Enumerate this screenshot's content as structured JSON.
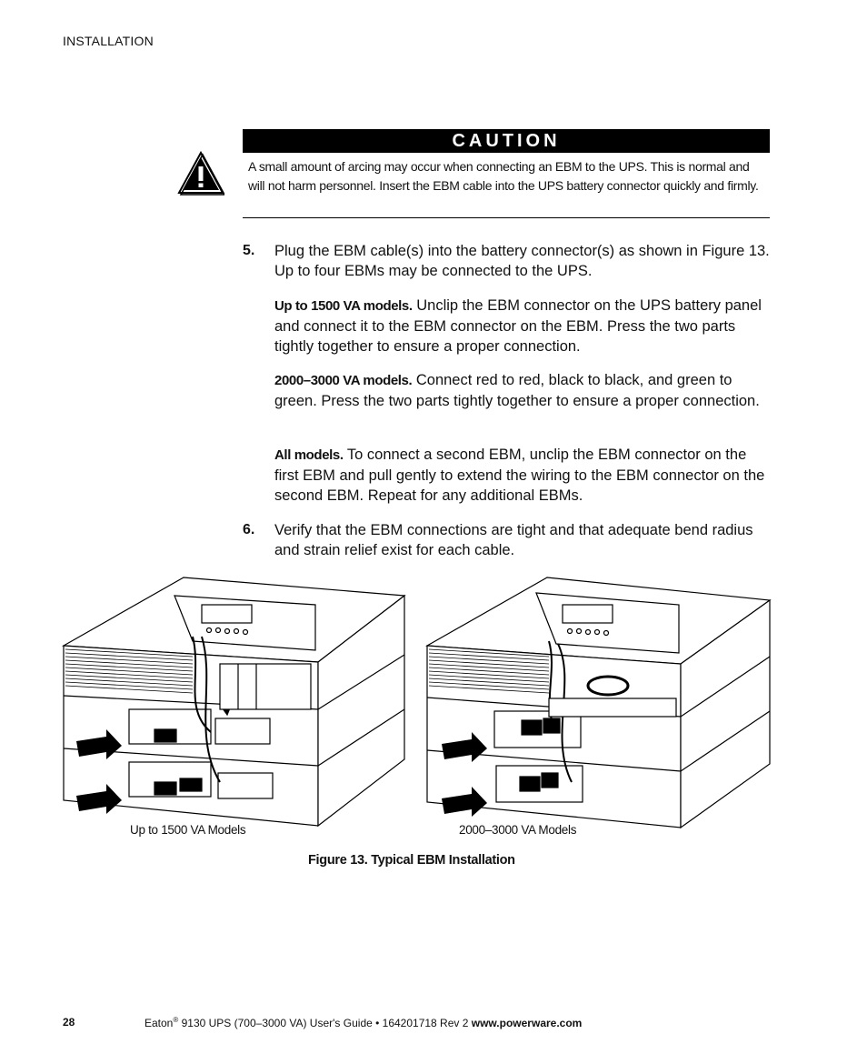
{
  "header": {
    "section": "INSTALLATION"
  },
  "caution": {
    "title": "CAUTION",
    "text": "A small amount of arcing may occur when connecting an EBM to the UPS. This is normal and will not harm personnel. Insert the EBM cable into the UPS battery connector quickly and firmly."
  },
  "steps": {
    "step5": {
      "number": "5.",
      "text": "Plug the EBM cable(s) into the battery connector(s) as shown in Figure 13. Up to four EBMs may be connected to the UPS."
    },
    "para_1500": {
      "lead": "Up to 1500 VA models.",
      "text": " Unclip the EBM connector on the UPS battery panel and connect it to the EBM connector on the EBM. Press the two parts tightly together to ensure a proper connection."
    },
    "para_3000": {
      "lead": "2000–3000 VA models.",
      "text": " Connect red to red, black to black, and green to green. Press the two parts tightly together to ensure a proper connection."
    },
    "para_all": {
      "lead": "All models.",
      "text": " To connect a second EBM, unclip the EBM connector on the first EBM and pull gently to extend the wiring to the EBM connector on the second EBM. Repeat for any additional EBMs."
    },
    "step6": {
      "number": "6.",
      "text": "Verify that the EBM connections are tight and that adequate bend radius and strain relief exist for each cable."
    }
  },
  "figure": {
    "left_caption": "Up to 1500 VA Models",
    "right_caption": "2000–3000 VA Models",
    "title": "Figure 13. Typical EBM Installation"
  },
  "footer": {
    "page_number": "28",
    "brand": "Eaton",
    "registered": "®",
    "guide": " 9130 UPS (700–3000 VA) User's Guide  •  164201718 Rev 2 ",
    "url": "www.powerware.com"
  }
}
